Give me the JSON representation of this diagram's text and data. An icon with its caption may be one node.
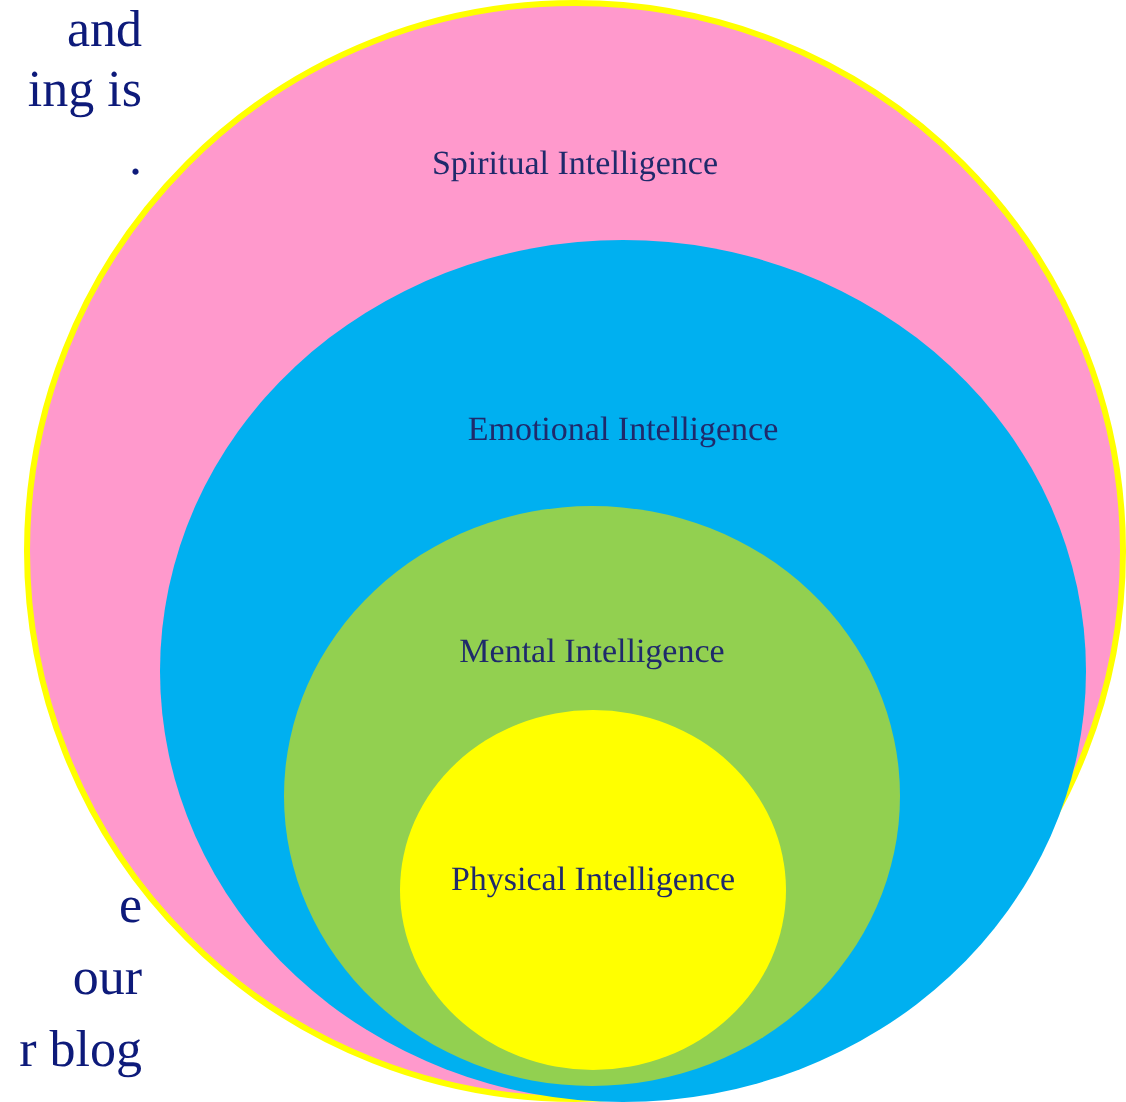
{
  "diagram": {
    "nodes": [
      {
        "text": [
          "Spiritual Intelligence"
        ]
      },
      {
        "text": [
          "Emotional Intelligence"
        ],
        "in": 0
      },
      {
        "text": [
          "Mental Intelligence"
        ],
        "in": 1
      },
      {
        "text": [
          "Physical Intelligence"
        ],
        "in": 2
      }
    ],
    "labels": [
      "and",
      "ing is",
      ".",
      "e",
      "our",
      "r blog"
    ]
  }
}
